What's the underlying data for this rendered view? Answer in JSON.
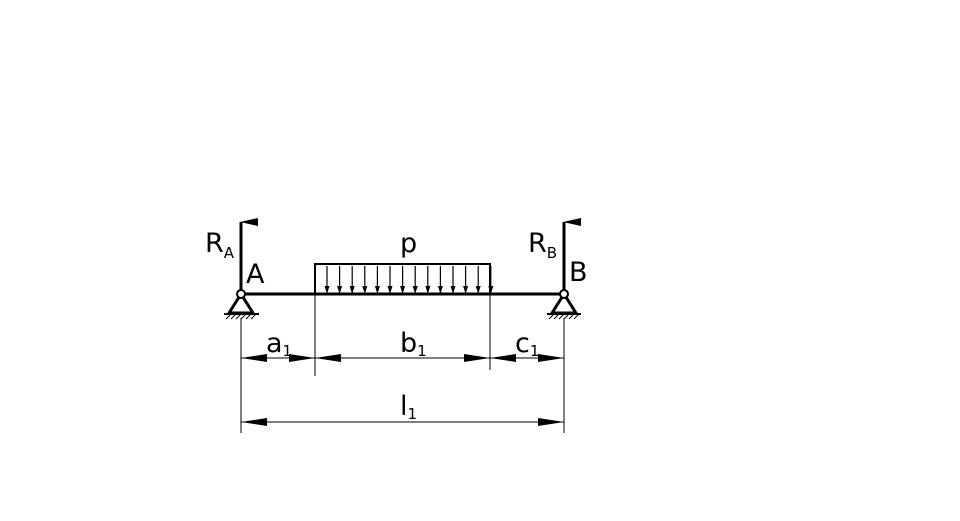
{
  "reactions": {
    "left": {
      "main": "R",
      "sub": "A"
    },
    "right": {
      "main": "R",
      "sub": "B"
    }
  },
  "supports": {
    "left_label": "A",
    "right_label": "B"
  },
  "load": {
    "label": "p"
  },
  "dimensions": {
    "a": {
      "main": "a",
      "sub": "1"
    },
    "b": {
      "main": "b",
      "sub": "1"
    },
    "c": {
      "main": "c",
      "sub": "1"
    },
    "l": {
      "main": "l",
      "sub": "1"
    }
  },
  "colors": {
    "ink": "#000000",
    "background": "#ffffff"
  }
}
